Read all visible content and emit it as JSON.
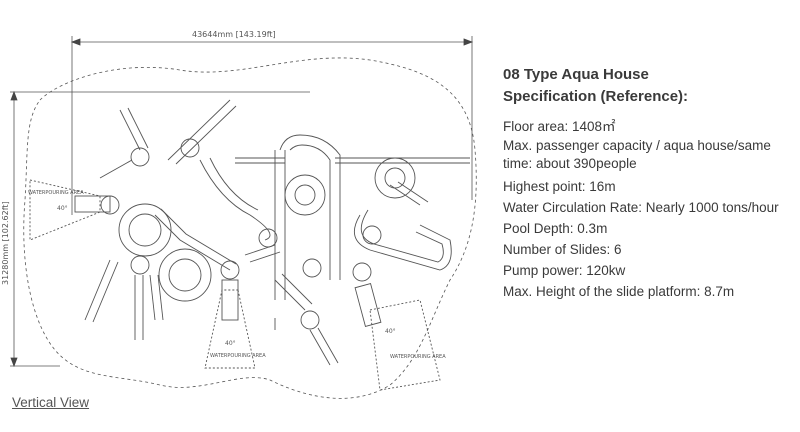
{
  "drawing": {
    "width_dim": "43644mm [143.19ft]",
    "height_dim": "31280mm [102.62ft]",
    "angle_label": "40°",
    "pouring_area_label": "WATERPOURING AREA"
  },
  "spec": {
    "title_line1": "08 Type Aqua House",
    "title_line2": "Specification (Reference):",
    "floor_area": "Floor area: 1408㎡",
    "capacity": "Max. passenger capacity / aqua house/same time: about 390people",
    "highest_point": "Highest point: 16m",
    "circulation": "Water Circulation Rate: Nearly 1000 tons/hour",
    "pool_depth": "Pool Depth: 0.3m",
    "slides": "Number of Slides: 6",
    "pump": "Pump power: 120kw",
    "platform_height": "Max. Height of the slide platform: 8.7m"
  },
  "footer": {
    "view_label": "Vertical View"
  }
}
